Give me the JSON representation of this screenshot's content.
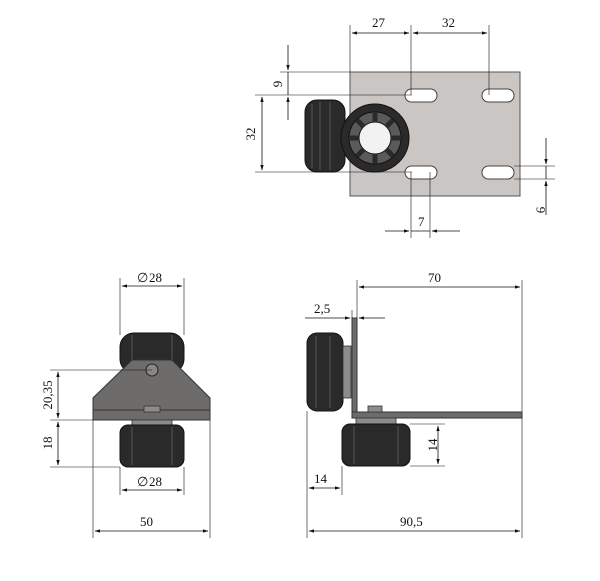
{
  "drawing": {
    "top_view": {
      "dim_slot_spacing_h1": "27",
      "dim_slot_spacing_h2": "32",
      "dim_offset_top": "9",
      "dim_slot_spacing_v": "32",
      "dim_slot_width": "7",
      "dim_slot_height": "6"
    },
    "front_view": {
      "dim_wheel_dia_top": "28",
      "dim_wheel_dia_bottom": "28",
      "dim_axle_height": "20,35",
      "dim_lower_height": "18",
      "dim_base_width": "50",
      "diameter_symbol": "∅"
    },
    "side_view": {
      "dim_length": "70",
      "dim_thickness": "2,5",
      "dim_wheel_height": "14",
      "dim_wheel_offset": "14",
      "dim_total_length": "90,5"
    }
  },
  "colors": {
    "plate": "#c9c6c4",
    "rubber": "#2a2a2a",
    "bracket": "#6e6c6a"
  }
}
